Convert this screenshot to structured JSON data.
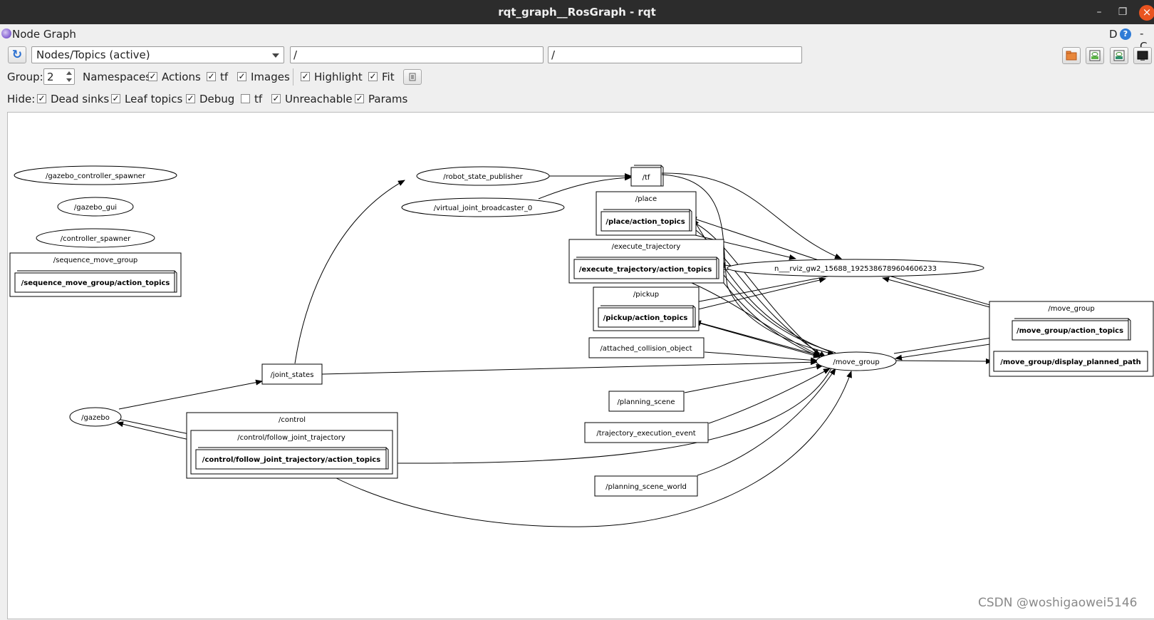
{
  "window": {
    "title": "rqt_graph__RosGraph - rqt",
    "min_glyph": "–",
    "restore_glyph": "❐",
    "close_glyph": "×"
  },
  "panel": {
    "title": "Node Graph",
    "d_label": "D",
    "help_label": "?",
    "x_label": "- C"
  },
  "toolbar": {
    "refresh_glyph": "↻",
    "view_mode": "Nodes/Topics (active)",
    "node_filter": "/",
    "topic_filter": "/"
  },
  "group_row": {
    "group_label": "Group:",
    "group_value": "2",
    "options": [
      {
        "label": "Namespaces",
        "checked": false,
        "has_box": false
      },
      {
        "label": "Actions",
        "checked": true
      },
      {
        "label": "tf",
        "checked": true
      },
      {
        "label": "Images",
        "checked": true
      },
      {
        "label": "Highlight",
        "checked": true
      },
      {
        "label": "Fit",
        "checked": true
      }
    ]
  },
  "hide_row": {
    "label": "Hide:",
    "options": [
      {
        "label": "Dead sinks",
        "checked": true
      },
      {
        "label": "Leaf topics",
        "checked": true
      },
      {
        "label": "Debug",
        "checked": true
      },
      {
        "label": "tf",
        "checked": false
      },
      {
        "label": "Unreachable",
        "checked": true
      },
      {
        "label": "Params",
        "checked": true
      }
    ]
  },
  "graph": {
    "nodes": {
      "gazebo_controller_spawner": "/gazebo_controller_spawner",
      "gazebo_gui": "/gazebo_gui",
      "controller_spawner": "/controller_spawner",
      "robot_state_publisher": "/robot_state_publisher",
      "virtual_joint_broadcaster": "/virtual_joint_broadcaster_0",
      "rviz": "n___rviz_gw2_15688_1925386789604606233",
      "gazebo": "/gazebo",
      "move_group": "/move_group"
    },
    "topics": {
      "tf": "/tf",
      "joint_states": "/joint_states",
      "attached_collision_object": "/attached_collision_object",
      "planning_scene": "/planning_scene",
      "trajectory_execution_event": "/trajectory_execution_event",
      "planning_scene_world": "/planning_scene_world",
      "display_planned_path": "/move_group/display_planned_path"
    },
    "clusters": {
      "sequence_move_group": {
        "title": "/sequence_move_group",
        "action": "/sequence_move_group/action_topics"
      },
      "place": {
        "title": "/place",
        "action": "/place/action_topics"
      },
      "execute_trajectory": {
        "title": "/execute_trajectory",
        "action": "/execute_trajectory/action_topics"
      },
      "pickup": {
        "title": "/pickup",
        "action": "/pickup/action_topics"
      },
      "control": {
        "title": "/control",
        "sub_title": "/control/follow_joint_trajectory",
        "action": "/control/follow_joint_trajectory/action_topics"
      },
      "move_group": {
        "title": "/move_group",
        "action": "/move_group/action_topics"
      }
    }
  },
  "watermark": "CSDN @woshigaowei5146"
}
